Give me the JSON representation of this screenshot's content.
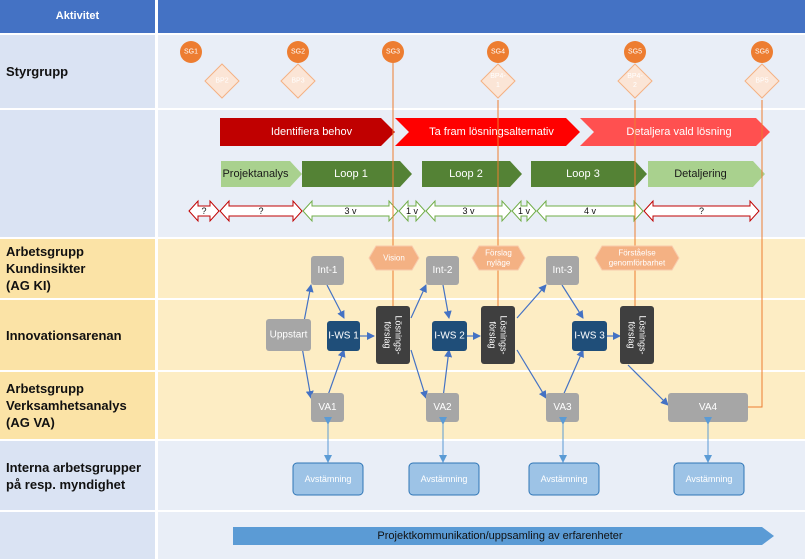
{
  "header": {
    "aktivitet": "Aktivitet"
  },
  "rows": {
    "styrgrupp": "Styrgrupp",
    "ag_ki": [
      "Arbetsgrupp",
      "Kundinsikter",
      "(AG KI)"
    ],
    "innovationsarena": "Innovationsarenan",
    "ag_va": [
      "Arbetsgrupp",
      "Verksamhetsanalys",
      "(AG VA)"
    ],
    "interna": [
      "Interna arbetsgrupper",
      "på resp. myndighet"
    ]
  },
  "milestones": {
    "sg": [
      "SG1",
      "SG2",
      "SG3",
      "SG4",
      "SG5",
      "SG6"
    ],
    "bp": [
      [
        "BP2"
      ],
      [
        "BP3"
      ],
      [
        "BP4-",
        "1"
      ],
      [
        "BP4-",
        "2"
      ],
      [
        "BP5"
      ]
    ]
  },
  "phases": [
    "Identifiera behov",
    "Ta fram lösningsalternativ",
    "Detaljera vald lösning"
  ],
  "loops": [
    "Projektanalys",
    "Loop 1",
    "Loop 2",
    "Loop 3",
    "Detaljering"
  ],
  "durations": [
    "?",
    "?",
    "3 v",
    "1 v",
    "3 v",
    "1 v",
    "4 v",
    "?"
  ],
  "ki_notes": [
    [
      "Vision"
    ],
    [
      "Förslag",
      "nyläge"
    ],
    [
      "Förståelse",
      "genomförbarhet"
    ]
  ],
  "int": [
    "Int-1",
    "Int-2",
    "Int-3"
  ],
  "uppstart": "Uppstart",
  "iws": [
    "I-WS 1",
    "I-WS 2",
    "I-WS 3"
  ],
  "losningsforslag": [
    "Lösnings-",
    "förslag"
  ],
  "va": [
    "VA1",
    "VA2",
    "VA3",
    "VA4"
  ],
  "avstamning": "Avstämning",
  "kommunikation": "Projektkommunikation/uppsamling av erfarenheter",
  "colors": {
    "header": "#4472c4",
    "label_band": "#dae3f3",
    "content_band": "#e9eef7",
    "yellow_left": "#fbe3a6",
    "yellow_right": "#fdedc4",
    "sg": "#ed7d31",
    "bp_fill": "#fbe5d6",
    "bp_stroke": "#f4b183",
    "phase1": "#c00000",
    "phase2": "#ff0000",
    "phase3": "#ff5050",
    "loop_light": "#a9d18e",
    "loop_dark": "#548235",
    "grey_box": "#a6a6a6",
    "dark_box": "#3f3f3f",
    "iws": "#1f4e79",
    "avst_fill": "#9dc3e6",
    "avst_stroke": "#2e75b6",
    "comm": "#5b9bd5"
  }
}
